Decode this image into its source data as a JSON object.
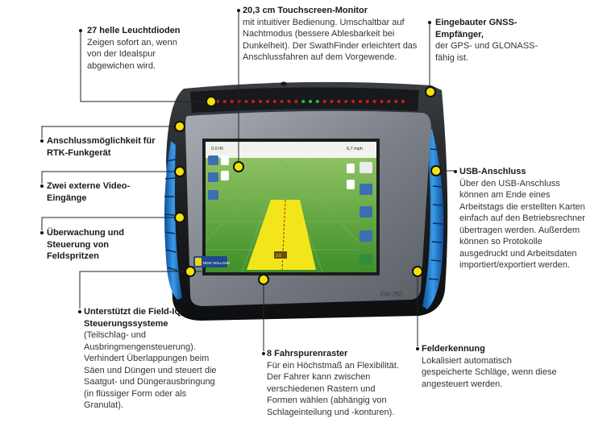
{
  "callouts": {
    "leds": {
      "title": "27 helle Leuchtdioden",
      "desc": "Zeigen sofort an, wenn von der Idealspur abgewichen wird."
    },
    "touchscreen": {
      "title": "20,3 cm Touchscreen-Monitor",
      "desc": "mit intuitiver Bedienung. Umschaltbar auf Nachtmodus (bessere Ablesbarkeit bei Dunkelheit). Der SwathFinder erleichtert das Anschlussfahren auf dem Vorgewende."
    },
    "gnss": {
      "title": "Eingebauter GNSS-Empfänger,",
      "desc": "der GPS- und GLONASS-fähig ist."
    },
    "rtk": {
      "title": "Anschlussmöglichkeit für RTK-Funkgerät",
      "desc": ""
    },
    "video": {
      "title": "Zwei externe Video-Eingänge",
      "desc": ""
    },
    "spray": {
      "title": "Überwachung und Steuerung von Feldspritzen",
      "desc": ""
    },
    "usb": {
      "title": "USB-Anschluss",
      "desc": "Über den USB-Anschluss können am Ende eines Arbeitstags die erstellten Karten einfach auf den Betriebsrechner übertragen werden. Außerdem können so Protokolle ausgedruckt und Arbeitsdaten importiert/exportiert werden."
    },
    "fieldiq": {
      "title": "Unterstützt die Field-IQ-Steuerungssysteme",
      "desc": "(Teilschlag- und Ausbringmengensteuerung). Verhindert Überlappungen beim Säen und Düngen und steuert die Saatgut- und Düngerausbringung (in flüssiger Form oder als Granulat)."
    },
    "grid": {
      "title": "8 Fahrspurenraster",
      "desc": "Für ein Höchstmaß an Flexibilität. Der Fahrer kann zwischen verschiedenen Rastern und Formen wählen (abhängig von Schlageinteilung und -konturen)."
    },
    "field": {
      "title": "Felderkennung",
      "desc": "Lokalisiert automatisch gespeicherte Schläge, wenn diese angesteuert werden."
    }
  },
  "device": {
    "model": "FM-750",
    "brand": "NEW HOLLAND",
    "screen_speed": "6,7 mph",
    "screen_heading": "0.0 IN",
    "screen_marker": "2.0"
  },
  "colors": {
    "marker": "#f4e20a",
    "accent_blue": "#2a7fd0",
    "led_red": "#d21a1a",
    "led_green": "#27c43a",
    "field_green": "#5fa83a"
  }
}
